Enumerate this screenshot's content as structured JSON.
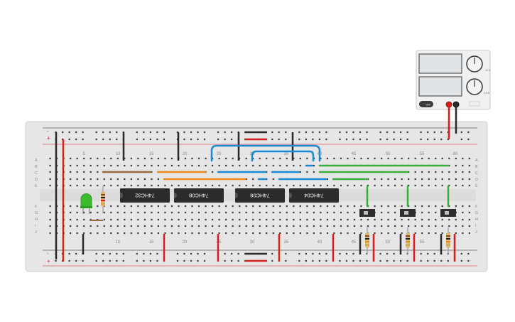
{
  "colors": {
    "board": "#e6e6e6",
    "board_edge": "#d2d2d2",
    "hole": "#3a3a3a",
    "rail_red": "#e01b24",
    "rail_blue": "#1a1a1a",
    "wire_red": "#d91c1c",
    "wire_black": "#2a2a2a",
    "wire_blue": "#1a8ad1",
    "wire_orange": "#f08a1a",
    "wire_green": "#36b03a",
    "wire_brown": "#9a6a3c",
    "chip": "#2b2b2b",
    "led": "#3dbb2e",
    "psu_body": "#f0f0f0",
    "psu_screen": "#dfe3e6"
  },
  "power_supply": {
    "label_top": "10 V",
    "label_bottom": "0.5 A",
    "switch_label": "OFF"
  },
  "breadboard": {
    "rail_plus_symbol": "+",
    "rail_minus_symbol": "-",
    "row_letters_top": [
      "A",
      "B",
      "C",
      "D",
      "E"
    ],
    "row_letters_bottom": [
      "F",
      "G",
      "H",
      "I",
      "J"
    ],
    "column_numbers": [
      "5",
      "10",
      "15",
      "20",
      "25",
      "30",
      "35",
      "40",
      "45",
      "50",
      "55",
      "60"
    ]
  },
  "chips": [
    {
      "part": "74HC32",
      "label": "74HC32"
    },
    {
      "part": "74HC08a",
      "label": "74HC08"
    },
    {
      "part": "74HC08b",
      "label": "74HC08"
    },
    {
      "part": "74HC04",
      "label": "74HC04"
    }
  ],
  "switch_count": 3,
  "resistor_count": 4,
  "led_color_name": "green"
}
